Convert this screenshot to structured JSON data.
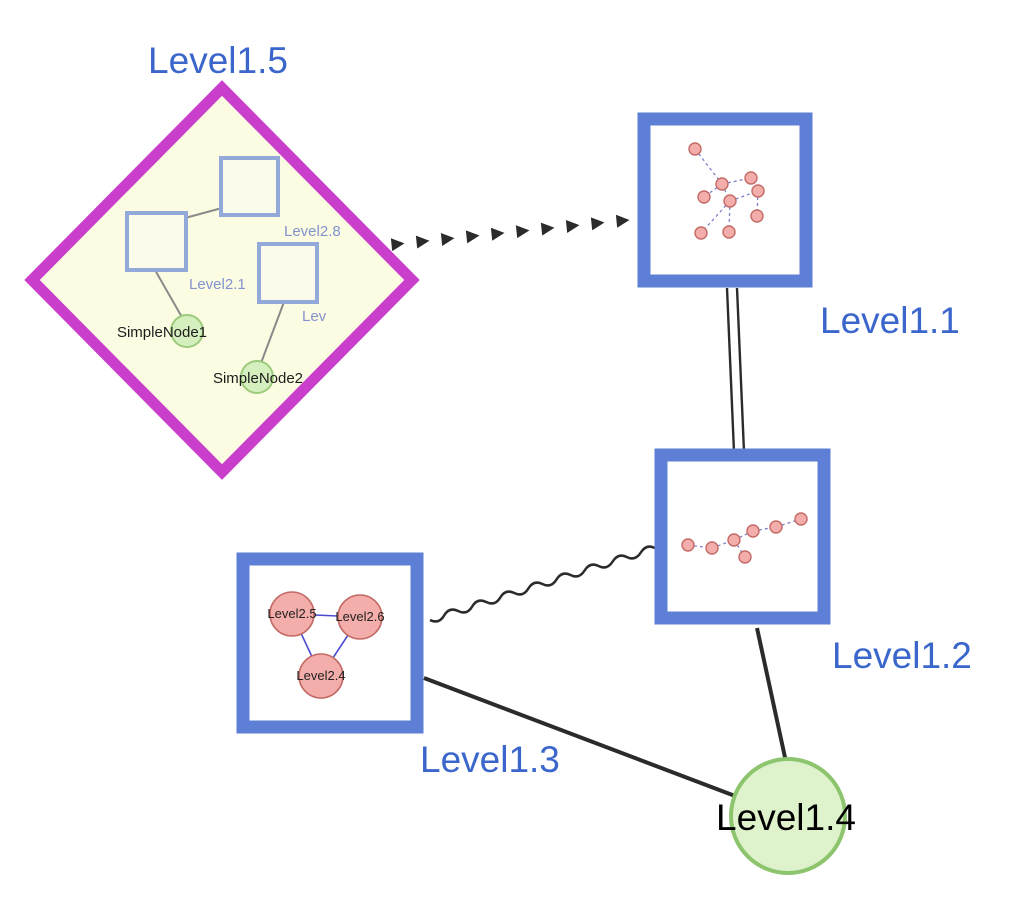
{
  "palette": {
    "diamond_border": "#c93ecb",
    "diamond_fill": "#fcfce2",
    "group_square_border": "#93a9da",
    "group_square_fill": "#fbfbec",
    "node_border_blue": "#5d80d6",
    "green_node_fill": "#def3cb",
    "green_node_border": "#8cc56d",
    "small_green_fill": "#d6efbf",
    "small_green_border": "#9ccb7c",
    "pink_node_fill": "#f3adaa",
    "pink_node_border": "#c46a66",
    "label_blue": "#3b66cc",
    "inner_label_blue": "#8293cf",
    "edge_black": "#2b2b2b",
    "mini_edge_blue": "#7d82c8",
    "triangle_edge_blue": "#4a4ad0"
  },
  "nodes": {
    "level1_5": {
      "label": "Level1.5",
      "shape": "diamond-group"
    },
    "level1_1": {
      "label": "Level1.1",
      "shape": "square-group"
    },
    "level1_2": {
      "label": "Level1.2",
      "shape": "square-group"
    },
    "level1_3": {
      "label": "Level1.3",
      "shape": "square-group"
    },
    "level1_4": {
      "label": "Level1.4",
      "shape": "circle"
    }
  },
  "level1_5_contents": {
    "square_top": {
      "label": "Level2.8"
    },
    "square_left": {
      "label": "Level2.1"
    },
    "square_right": {
      "label": "Lev"
    },
    "simple_node_1": {
      "label": "SimpleNode1"
    },
    "simple_node_2": {
      "label": "SimpleNode2"
    }
  },
  "level1_3_contents": {
    "left": {
      "label": "Level2.5"
    },
    "right": {
      "label": "Level2.6"
    },
    "bottom": {
      "label": "Level2.4"
    }
  },
  "edges": [
    {
      "from": "Level1.5",
      "to": "Level1.1",
      "style": "thick-dashed-arrowheads"
    },
    {
      "from": "Level1.1",
      "to": "Level1.2",
      "style": "double-parallel-line"
    },
    {
      "from": "Level1.3",
      "to": "Level1.2",
      "style": "wavy-line"
    },
    {
      "from": "Level1.3",
      "to": "Level1.4",
      "style": "solid-line"
    },
    {
      "from": "Level1.2",
      "to": "Level1.4",
      "style": "solid-line"
    }
  ]
}
